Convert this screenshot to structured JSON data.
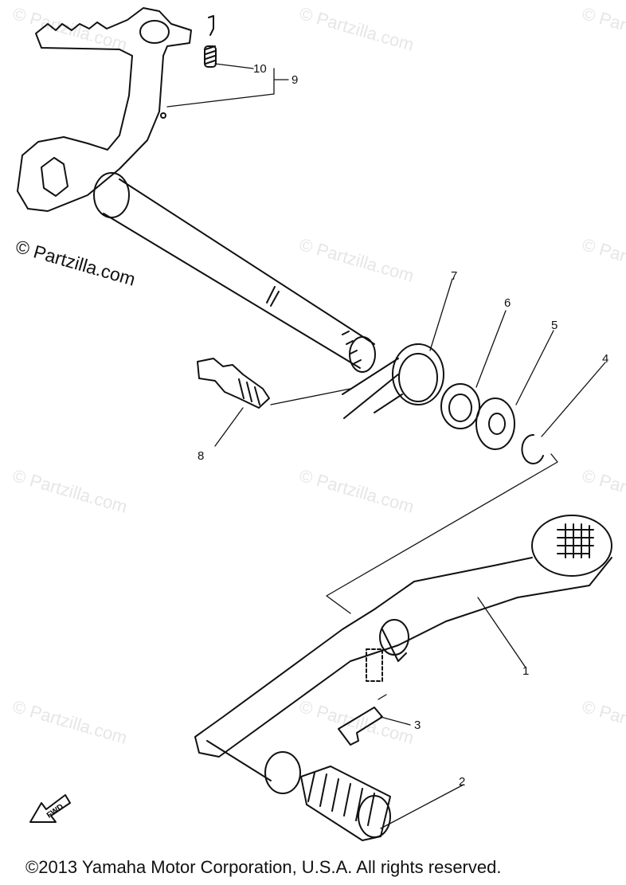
{
  "watermark": "© Partzilla.com",
  "callouts": [
    {
      "id": "c1",
      "label": "1"
    },
    {
      "id": "c2",
      "label": "2"
    },
    {
      "id": "c3",
      "label": "3"
    },
    {
      "id": "c4",
      "label": "4"
    },
    {
      "id": "c5",
      "label": "5"
    },
    {
      "id": "c6",
      "label": "6"
    },
    {
      "id": "c7",
      "label": "7"
    },
    {
      "id": "c8",
      "label": "8"
    },
    {
      "id": "c9",
      "label": "9"
    },
    {
      "id": "c10",
      "label": "10"
    }
  ],
  "fwd_label": "FWD",
  "footer": "©2013 Yamaha Motor Corporation, U.S.A. All rights reserved."
}
